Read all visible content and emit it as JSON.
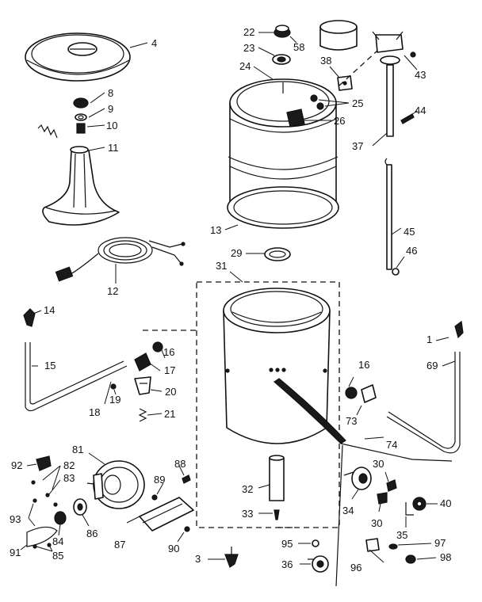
{
  "diagram": {
    "part_numbers": {
      "p4": "4",
      "p8": "8",
      "p9": "9",
      "p10": "10",
      "p11": "11",
      "p12": "12",
      "p22": "22",
      "p23": "23",
      "p24": "24",
      "p58": "58",
      "p38": "38",
      "p43": "43",
      "p25": "25",
      "p26": "26",
      "p44": "44",
      "p37": "37",
      "p13": "13",
      "p45": "45",
      "p46": "46",
      "p29": "29",
      "p31": "31",
      "p14": "14",
      "p15": "15",
      "p16a": "16",
      "p17": "17",
      "p19": "19",
      "p18": "18",
      "p20": "20",
      "p21": "21",
      "p16b": "16",
      "p1": "1",
      "p69": "69",
      "p73": "73",
      "p74": "74",
      "p81": "81",
      "p82": "82",
      "p83": "83",
      "p88": "88",
      "p89": "89",
      "p92": "92",
      "p93": "93",
      "p91": "91",
      "p84": "84",
      "p85": "85",
      "p86": "86",
      "p87": "87",
      "p90": "90",
      "p32": "32",
      "p33": "33",
      "p34": "34",
      "p30a": "30",
      "p30b": "30",
      "p35": "35",
      "p40": "40",
      "p3": "3",
      "p95": "95",
      "p36": "36",
      "p96": "96",
      "p97": "97",
      "p98": "98"
    }
  }
}
